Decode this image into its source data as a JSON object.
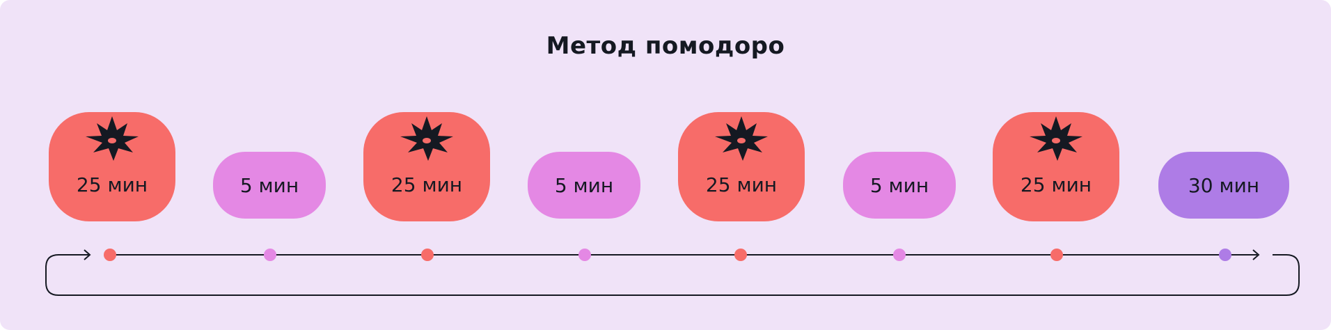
{
  "title": "Метод помодоро",
  "colors": {
    "background": "#f0e3f8",
    "work": "#f76c69",
    "short_break": "#e488e4",
    "long_break": "#ae7ce6",
    "ink": "#151922"
  },
  "steps": [
    {
      "label": "25 мин",
      "kind": "work",
      "icon": "tomato-star-icon"
    },
    {
      "label": "5 мин",
      "kind": "short_break"
    },
    {
      "label": "25 мин",
      "kind": "work",
      "icon": "tomato-star-icon"
    },
    {
      "label": "5 мин",
      "kind": "short_break"
    },
    {
      "label": "25 мин",
      "kind": "work",
      "icon": "tomato-star-icon"
    },
    {
      "label": "5 мин",
      "kind": "short_break"
    },
    {
      "label": "25 мин",
      "kind": "work",
      "icon": "tomato-star-icon"
    },
    {
      "label": "30 мин",
      "kind": "long_break"
    }
  ]
}
